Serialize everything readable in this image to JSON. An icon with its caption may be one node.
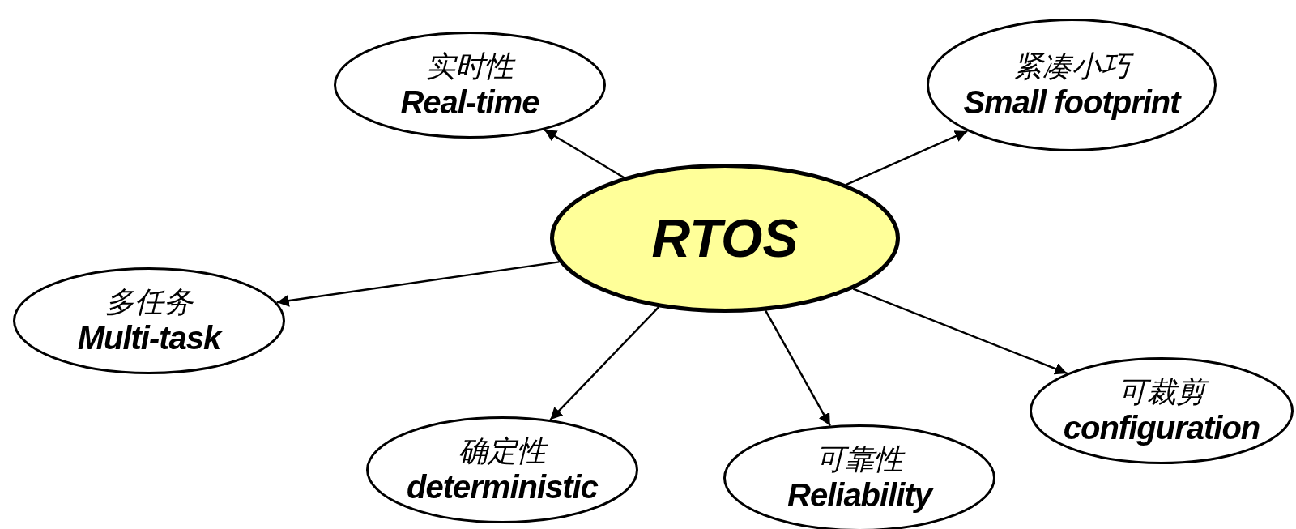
{
  "diagram": {
    "nodes": [
      {
        "text": [
          "实时性",
          "Real-time"
        ]
      },
      {
        "text": [
          "紧凑小巧",
          "Small footprint"
        ]
      },
      {
        "text": [
          "RTOS"
        ]
      },
      {
        "text": [
          "多任务",
          "Multi-task"
        ]
      },
      {
        "text": [
          "可裁剪",
          "configuration"
        ]
      },
      {
        "text": [
          "确定性",
          "deterministic"
        ]
      },
      {
        "text": [
          "可靠性",
          "Reliability"
        ]
      }
    ],
    "edges": [
      {
        "from": 2,
        "to": 0,
        "arrow": "to"
      },
      {
        "from": 2,
        "to": 1,
        "arrow": "to"
      },
      {
        "from": 2,
        "to": 3,
        "arrow": "to"
      },
      {
        "from": 2,
        "to": 4,
        "arrow": "to"
      },
      {
        "from": 2,
        "to": 5,
        "arrow": "to"
      },
      {
        "from": 2,
        "to": 6,
        "arrow": "to"
      }
    ]
  }
}
